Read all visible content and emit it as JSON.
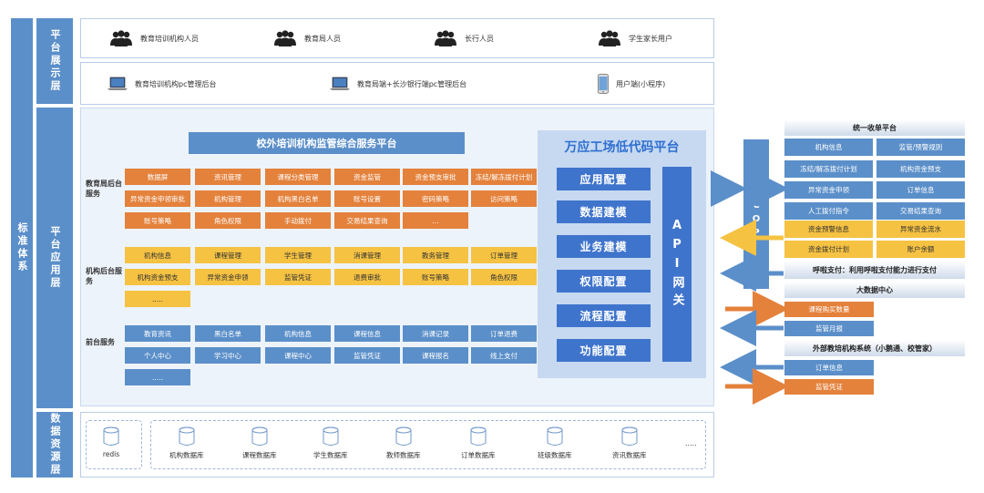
{
  "left_bar": {
    "label": "标准体系"
  },
  "display_layer": {
    "label": "平台展示层",
    "users": [
      {
        "icon": "users-icon",
        "label": "教育培训机构人员"
      },
      {
        "icon": "users-icon",
        "label": "教育局人员"
      },
      {
        "icon": "users-icon",
        "label": "长行人员"
      },
      {
        "icon": "users-icon",
        "label": "学生家长用户"
      }
    ],
    "clients": [
      {
        "icon": "laptop-icon",
        "label": "教育培训机构pc管理后台"
      },
      {
        "icon": "laptop-icon",
        "label": "教育局端+长沙银行端pc管理后台"
      },
      {
        "icon": "phone-icon",
        "label": "用户端(小程序)"
      }
    ]
  },
  "app_layer": {
    "label": "平台应用层",
    "title": "校外培训机构监管综合服务平台",
    "edu_bureau": {
      "label": "教育局后台服务",
      "rows": [
        [
          "数据屏",
          "资讯管理",
          "课程分类管理",
          "资金监管",
          "资金预支审批",
          "冻结/解冻拨付计划"
        ],
        [
          "异常资金申领审批",
          "机构管理",
          "机构黑白名单",
          "账号设置",
          "密码策略",
          "访问策略"
        ],
        [
          "账号策略",
          "角色权限",
          "手动拨付",
          "交易结果查询",
          "..."
        ]
      ]
    },
    "institution": {
      "label": "机构后台服务",
      "rows": [
        [
          "机构信息",
          "课程管理",
          "学生管理",
          "消课管理",
          "教务管理",
          "订单管理"
        ],
        [
          "机构资金预支",
          "异常资金申领",
          "监管凭证",
          "退费审批",
          "账号策略",
          "角色权限"
        ],
        [
          "....."
        ]
      ]
    },
    "frontend": {
      "label": "前台服务",
      "rows": [
        [
          "教育资讯",
          "黑白名单",
          "机构信息",
          "课程信息",
          "消课记录",
          "订单退费"
        ],
        [
          "个人中心",
          "学习中心",
          "课程中心",
          "监管凭证",
          "课程报名",
          "线上支付"
        ],
        [
          "....."
        ]
      ]
    },
    "lowcode": {
      "title": "万应工场低代码平台",
      "configs": [
        "应用配置",
        "数据建模",
        "业务建模",
        "权限配置",
        "流程配置",
        "功能配置"
      ],
      "gateway": "API网关"
    }
  },
  "data_layer": {
    "label": "数据资源层",
    "redis": "redis",
    "databases": [
      "机构数据库",
      "课程数据库",
      "学生数据库",
      "教师数据库",
      "订单数据库",
      "班级数据库",
      "资讯数据库"
    ],
    "more": "....."
  },
  "icop": {
    "label": "ICOP"
  },
  "right": {
    "unified_platform": {
      "title": "统一收单平台",
      "items": [
        {
          "label": "机构信息",
          "color": "blue"
        },
        {
          "label": "监管/预警规则",
          "color": "blue"
        },
        {
          "label": "冻结/解冻拨付计划",
          "color": "blue"
        },
        {
          "label": "机构资金预支",
          "color": "blue"
        },
        {
          "label": "异常资金申领",
          "color": "blue"
        },
        {
          "label": "订单信息",
          "color": "blue"
        },
        {
          "label": "人工拨付指令",
          "color": "blue"
        },
        {
          "label": "交易结果查询",
          "color": "blue"
        },
        {
          "label": "资金预警信息",
          "color": "yellow"
        },
        {
          "label": "异常资金流水",
          "color": "yellow"
        },
        {
          "label": "资金拨付计划",
          "color": "yellow"
        },
        {
          "label": "账户余额",
          "color": "yellow"
        }
      ]
    },
    "payment": "呼啦支付：利用呼啦支付能力进行支付",
    "big_data": {
      "title": "大数据中心",
      "items": [
        "课程购买数量",
        "监管月报"
      ]
    },
    "external": {
      "title": "外部教培机构系统（小鹅通、校管家）",
      "items": [
        "订单信息",
        "监管凭证"
      ]
    }
  },
  "colors": {
    "orange": "#e4813b",
    "yellow": "#f5c242",
    "blue": "#5b8fc9",
    "dark_blue": "#3f74cc"
  }
}
